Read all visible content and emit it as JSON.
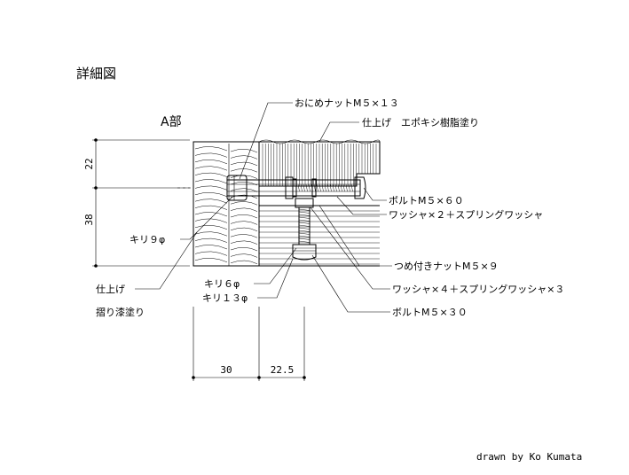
{
  "title": "詳細図",
  "section_label": "A部",
  "credit": "drawn by Ko Kumata",
  "callouts": {
    "cap_nut": "おにめナットM５×１３",
    "finish_top": "仕上げ　エポキシ樹脂塗り",
    "bolt_60": "ボルトM５×６０",
    "washer_top": "ワッシャ×２＋スプリングワッシャ",
    "drill_9": "キリ９φ",
    "claw_nut": "つめ付きナットM５×９",
    "finish_left_1": "仕上げ",
    "finish_left_2": "摺り漆塗り",
    "drill_6": "キリ６φ",
    "washer_bottom": "ワッシャ×４＋スプリングワッシャ×３",
    "drill_13": "キリ１３φ",
    "bolt_30": "ボルトM５×３０"
  },
  "dimensions": {
    "v_top": "22",
    "v_bottom": "38",
    "h_left": "30",
    "h_right": "22.5"
  }
}
